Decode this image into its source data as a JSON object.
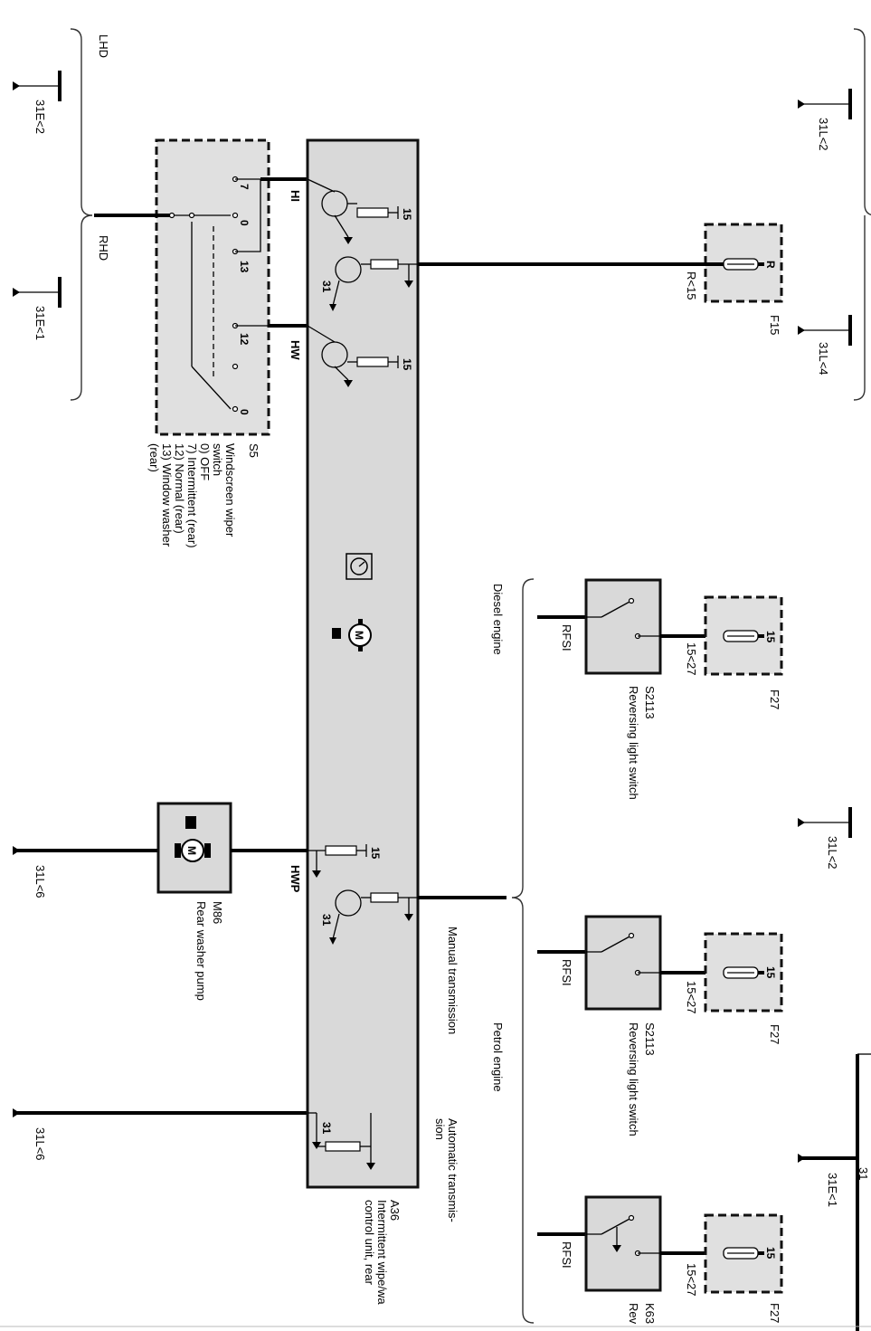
{
  "ground_refs": {
    "g31e2": "31E<2",
    "g31e1_left": "31E<1",
    "g31l2_top": "31L<2",
    "g31l4": "31L<4",
    "g31l2_mid": "31L<2",
    "g31l6_a": "31L<6",
    "g31l6_b": "31L<6",
    "g31e1_right": "31E<1",
    "g31_right": "31"
  },
  "variants": {
    "lhd": "LHD",
    "rhd": "RHD",
    "diesel": "Diesel engine",
    "petrol": "Petrol engine",
    "manual": "Manual transmission",
    "auto_1": "Automatic transmis-",
    "auto_2": "sion"
  },
  "switch_s5": {
    "code": "S5",
    "title_1": "Windscreen wiper",
    "title_2": "switch",
    "pos_0": "0) OFF",
    "pos_7": "7) Intermittent (rear)",
    "pos_12": "12) Normal (rear)",
    "pos_13a": "13) Window washer",
    "pos_13b": "(rear)",
    "pin_7": "7",
    "pin_0a": "0",
    "pin_13": "13",
    "pin_12": "12",
    "pin_0b": "0"
  },
  "control_unit": {
    "code": "A36",
    "title_1": "Intermittent wipe/wa",
    "title_2": "control unit, rear",
    "pin_hi": "HI",
    "pin_hw": "HW",
    "pin_hwp": "HWP",
    "pin_15_a": "15",
    "pin_15_b": "15",
    "pin_15_c": "15",
    "pin_31_a": "31",
    "pin_31_b": "31",
    "pin_31_c": "31"
  },
  "fuse_f15": {
    "code": "F15",
    "pin": "R",
    "wire": "R<15"
  },
  "diesel_branch": {
    "fuse": "F27",
    "fuse_pin": "15",
    "wire": "15<27",
    "switch": "S2113",
    "switch_name": "Reversing light switch",
    "ground": "RFSI"
  },
  "manual_branch": {
    "fuse": "F27",
    "fuse_pin": "15",
    "wire": "15<27",
    "switch": "S2113",
    "switch_name": "Reversing light switch",
    "ground": "RFSI"
  },
  "auto_branch": {
    "fuse": "F27",
    "fuse_pin": "15",
    "wire": "15<27",
    "switch": "K63",
    "switch_name": "Rev",
    "ground": "RFSI"
  },
  "pump_m86": {
    "code": "M86",
    "name": "Rear washer pump"
  }
}
